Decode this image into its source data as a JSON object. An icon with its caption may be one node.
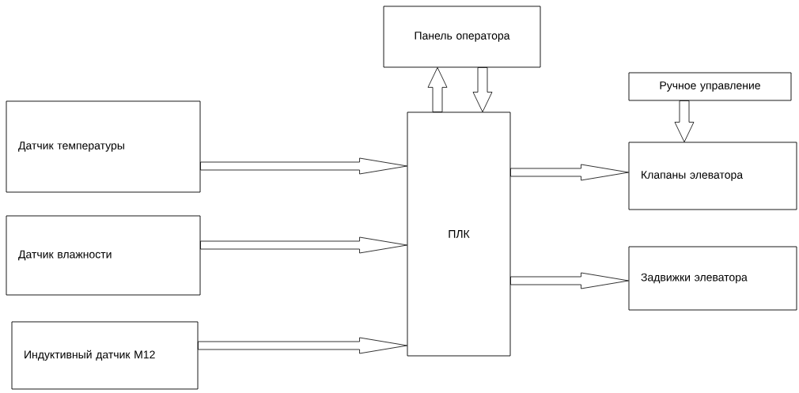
{
  "diagram": {
    "nodes": [
      {
        "text": [
          "Панель оператора"
        ]
      },
      {
        "text": [
          "Датчик температуры"
        ]
      },
      {
        "text": [
          "Датчик влажности"
        ]
      },
      {
        "text": [
          "Индуктивный датчик M12"
        ]
      },
      {
        "text": [
          "ПЛК"
        ]
      },
      {
        "text": [
          "Ручное управление"
        ]
      },
      {
        "text": [
          "Клапаны элеватора"
        ]
      },
      {
        "text": [
          "Задвижки элеватора"
        ]
      }
    ],
    "edges": [
      {
        "from": 4,
        "to": 0,
        "arrow": "to"
      },
      {
        "from": 0,
        "to": 4,
        "arrow": "to"
      },
      {
        "from": 1,
        "to": 4,
        "arrow": "to"
      },
      {
        "from": 2,
        "to": 4,
        "arrow": "to"
      },
      {
        "from": 3,
        "to": 4,
        "arrow": "to"
      },
      {
        "from": 5,
        "to": 6,
        "arrow": "to"
      },
      {
        "from": 4,
        "to": 6,
        "arrow": "to"
      },
      {
        "from": 4,
        "to": 7,
        "arrow": "to"
      }
    ]
  }
}
